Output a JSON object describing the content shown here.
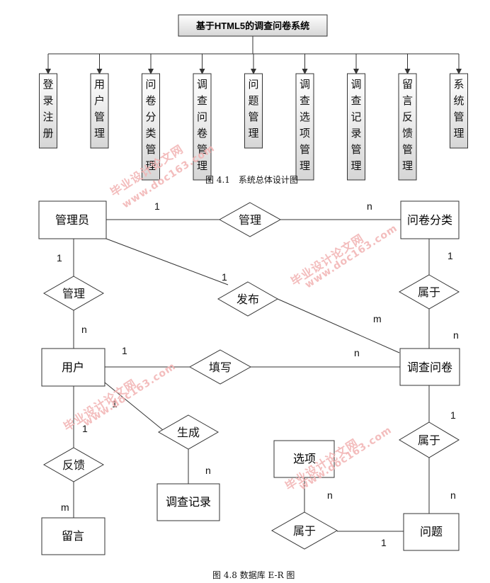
{
  "figure1": {
    "root": "基于HTML5的调查问卷系统",
    "modules": [
      "登录注册",
      "用户管理",
      "问卷分类管理",
      "调查问卷管理",
      "问题管理",
      "调查选项管理",
      "调查记录管理",
      "留言反馈管理",
      "系统管理"
    ],
    "caption": "图 4.1　系统总体设计图"
  },
  "figure2": {
    "entities": {
      "admin": "管理员",
      "category": "问卷分类",
      "user": "用户",
      "survey": "调查问卷",
      "record": "调查记录",
      "option": "选项",
      "message": "留言",
      "question": "问题"
    },
    "relations": {
      "admin_category": "管理",
      "admin_user": "管理",
      "publish": "发布",
      "category_survey": "属于",
      "fill": "填写",
      "generate": "生成",
      "survey_question": "属于",
      "feedback": "反馈",
      "option_question": "属于"
    },
    "cardinalities": {
      "admin_category_left": "1",
      "admin_category_right": "n",
      "admin_user_top": "1",
      "admin_user_bottom": "n",
      "publish_admin": "1",
      "publish_survey": "m",
      "category_top": "1",
      "category_survey": "n",
      "fill_user": "1",
      "fill_survey": "n",
      "generate_user": "1",
      "generate_record": "n",
      "survey_question_top": "1",
      "survey_question_bottom": "n",
      "feedback_user": "1",
      "feedback_message": "m",
      "option_question_option": "n",
      "option_question_question": "1"
    },
    "caption": "图 4.8  数据库 E-R 图"
  },
  "watermark": {
    "line1": "毕业设计论文网",
    "line2": "www.doc163.com"
  }
}
